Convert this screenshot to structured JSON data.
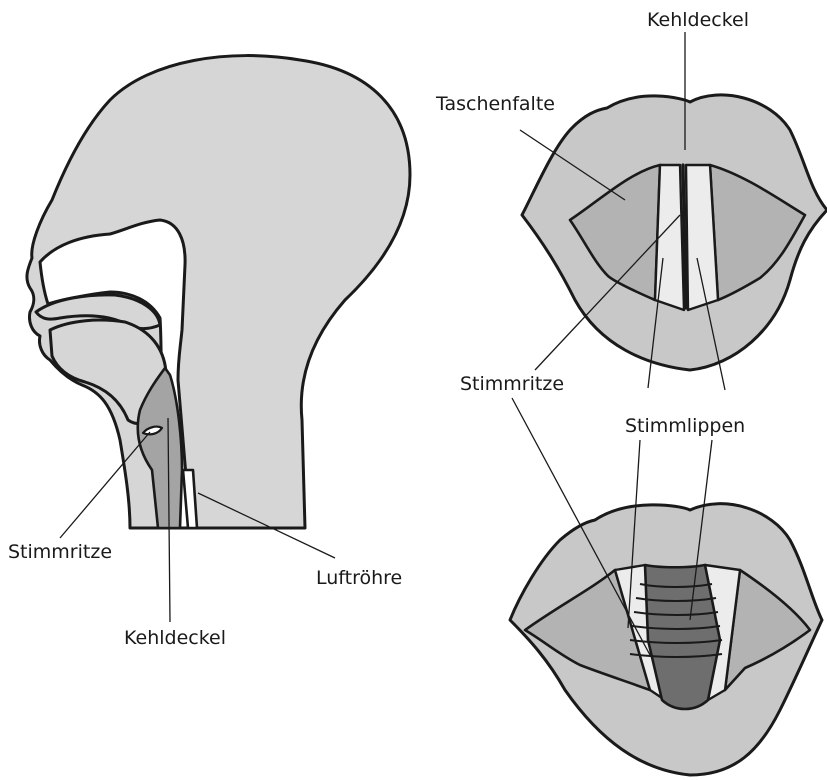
{
  "colors": {
    "skin": "#d6d6d6",
    "fold": "#b3b3b3",
    "lip": "#c8c8c8",
    "epiglottis": "#a4a4a4",
    "glottis_dark": "#6e6e6e",
    "ink": "#1a1a1a",
    "background": "#ffffff"
  },
  "labels": {
    "sagittal": {
      "stimmritze": "Stimmritze",
      "kehldeckel": "Kehldeckel",
      "luftroehre": "Luftröhre"
    },
    "larynx_top_view": {
      "kehldeckel": "Kehldeckel",
      "taschenfalte": "Taschenfalte",
      "stimmritze": "Stimmritze",
      "stimmlippen": "Stimmlippen"
    }
  }
}
